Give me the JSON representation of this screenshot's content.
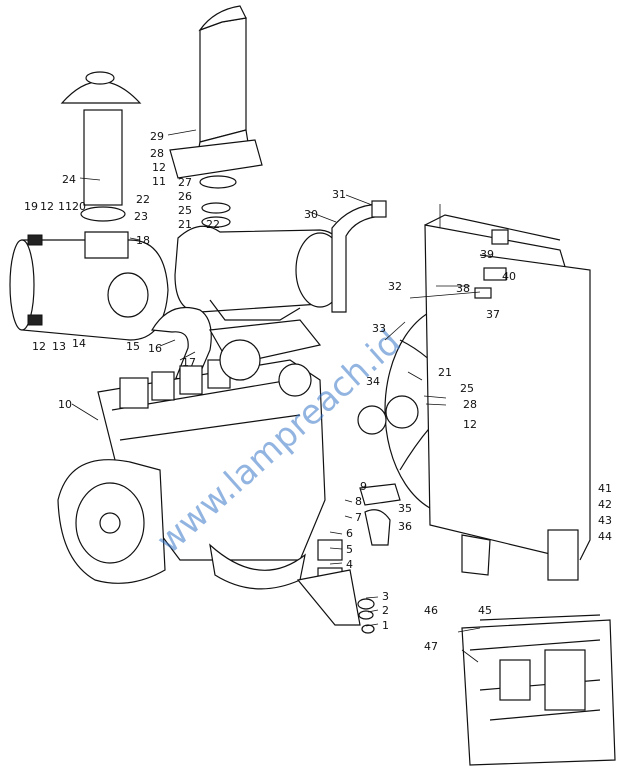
{
  "figure": {
    "watermark": "www.lampreach.id",
    "callouts": [
      {
        "id": "c1",
        "label": "1"
      },
      {
        "id": "c2",
        "label": "2"
      },
      {
        "id": "c3",
        "label": "3"
      },
      {
        "id": "c4",
        "label": "4"
      },
      {
        "id": "c5",
        "label": "5"
      },
      {
        "id": "c6",
        "label": "6"
      },
      {
        "id": "c7",
        "label": "7"
      },
      {
        "id": "c8",
        "label": "8"
      },
      {
        "id": "c9",
        "label": "9"
      },
      {
        "id": "c10",
        "label": "10"
      },
      {
        "id": "c11a",
        "label": "11"
      },
      {
        "id": "c11b",
        "label": "11"
      },
      {
        "id": "c12a",
        "label": "12"
      },
      {
        "id": "c12b",
        "label": "12"
      },
      {
        "id": "c12c",
        "label": "12"
      },
      {
        "id": "c12d",
        "label": "12"
      },
      {
        "id": "c13",
        "label": "13"
      },
      {
        "id": "c14",
        "label": "14"
      },
      {
        "id": "c15",
        "label": "15"
      },
      {
        "id": "c16",
        "label": "16"
      },
      {
        "id": "c17",
        "label": "17"
      },
      {
        "id": "c18",
        "label": "18"
      },
      {
        "id": "c19",
        "label": "19"
      },
      {
        "id": "c20",
        "label": "20"
      },
      {
        "id": "c21a",
        "label": "21"
      },
      {
        "id": "c21b",
        "label": "21"
      },
      {
        "id": "c22a",
        "label": "22"
      },
      {
        "id": "c22b",
        "label": "22"
      },
      {
        "id": "c23",
        "label": "23"
      },
      {
        "id": "c24",
        "label": "24"
      },
      {
        "id": "c25a",
        "label": "25"
      },
      {
        "id": "c25b",
        "label": "25"
      },
      {
        "id": "c26",
        "label": "26"
      },
      {
        "id": "c27",
        "label": "27"
      },
      {
        "id": "c28a",
        "label": "28"
      },
      {
        "id": "c28b",
        "label": "28"
      },
      {
        "id": "c29",
        "label": "29"
      },
      {
        "id": "c30",
        "label": "30"
      },
      {
        "id": "c31",
        "label": "31"
      },
      {
        "id": "c32",
        "label": "32"
      },
      {
        "id": "c33",
        "label": "33"
      },
      {
        "id": "c34",
        "label": "34"
      },
      {
        "id": "c35",
        "label": "35"
      },
      {
        "id": "c36",
        "label": "36"
      },
      {
        "id": "c37",
        "label": "37"
      },
      {
        "id": "c38",
        "label": "38"
      },
      {
        "id": "c39",
        "label": "39"
      },
      {
        "id": "c40",
        "label": "40"
      },
      {
        "id": "c41",
        "label": "41"
      },
      {
        "id": "c42",
        "label": "42"
      },
      {
        "id": "c43",
        "label": "43"
      },
      {
        "id": "c44",
        "label": "44"
      },
      {
        "id": "c45",
        "label": "45"
      },
      {
        "id": "c46",
        "label": "46"
      },
      {
        "id": "c47",
        "label": "47"
      }
    ]
  }
}
